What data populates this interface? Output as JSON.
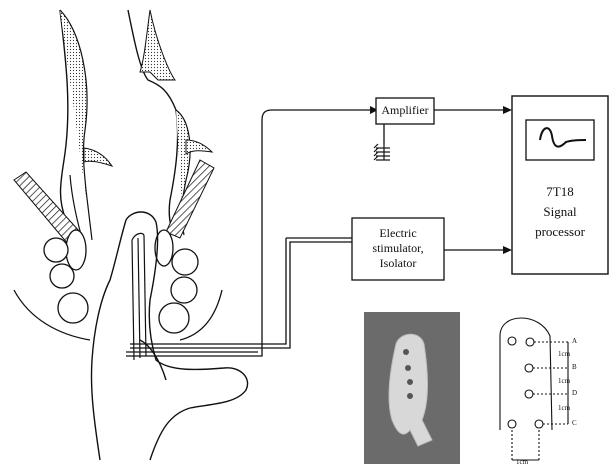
{
  "amplifier": {
    "label": "Amplifier"
  },
  "stimulator": {
    "line1": "Electric",
    "line2": "stimulator,",
    "line3": "Isolator"
  },
  "processor": {
    "line1": "7T18",
    "line2": "Signal",
    "line3": "processor"
  },
  "electrode_diagram": {
    "points": [
      "A",
      "B",
      "D",
      "C"
    ],
    "spacing_labels": [
      "1cm",
      "1cm",
      "1cm"
    ],
    "bottom_label": "1cm"
  },
  "photo": {
    "description_visible": false
  }
}
